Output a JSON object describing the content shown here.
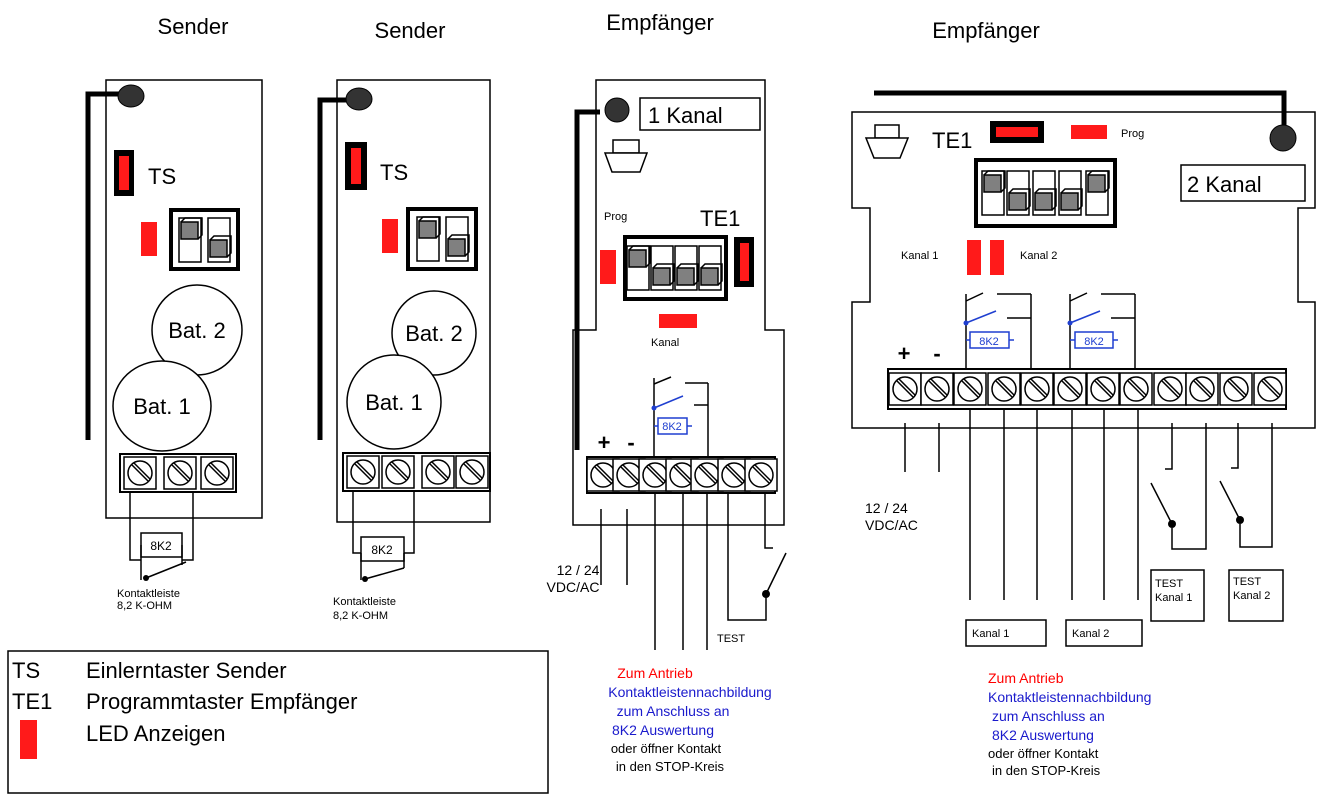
{
  "titles": {
    "sender1": "Sender",
    "sender2": "Sender",
    "receiver1": "Empfänger",
    "receiver2": "Empfänger"
  },
  "sender": {
    "ts_label": "TS",
    "bat1": "Bat. 1",
    "bat2": "Bat. 2",
    "resistor": "8K2",
    "caption_line1": "Kontaktleiste",
    "caption_line2": "8,2 K-OHM"
  },
  "receiver1": {
    "channel_box": "1 Kanal",
    "prog": "Prog",
    "te1": "TE1",
    "kanal": "Kanal",
    "plus": "+",
    "minus": "-",
    "resistor": "8K2",
    "voltage_line1": "12 / 24",
    "voltage_line2": "VDC/AC",
    "test": "TEST",
    "notes": {
      "drive": "Zum Antrieb",
      "emul1": "Kontaktleistennachbildung",
      "emul2": "zum Anschluss an",
      "emul3": "8K2 Auswertung",
      "nc1": "oder öffner Kontakt",
      "nc2": "in den STOP-Kreis"
    }
  },
  "receiver2": {
    "te1": "TE1",
    "prog": "Prog",
    "channel_box": "2 Kanal",
    "kanal1": "Kanal 1",
    "kanal2": "Kanal  2",
    "plus": "+",
    "minus": "-",
    "resistor": "8K2",
    "voltage_line1": "12 / 24",
    "voltage_line2": "VDC/AC",
    "out1": "Kanal 1",
    "out2": "Kanal  2",
    "test1_line1": "TEST",
    "test1_line2": "Kanal 1",
    "test2_line1": "TEST",
    "test2_line2": "Kanal 2",
    "notes": {
      "drive": "Zum Antrieb",
      "emul1": "Kontaktleistennachbildung",
      "emul2": "zum Anschluss an",
      "emul3": "8K2 Auswertung",
      "nc1": "oder öffner Kontakt",
      "nc2": "in den STOP-Kreis"
    }
  },
  "legend": {
    "ts_abbr": "TS",
    "ts_text": "Einlerntaster Sender",
    "te1_abbr": "TE1",
    "te1_text": "Programmtaster Empfänger",
    "led_text": "LED Anzeigen"
  },
  "colors": {
    "led": "#ff1a1a",
    "note_red": "#ff0000",
    "note_blue": "#1a1acc",
    "resistor_blue": "#1f3fd0",
    "switch_grey": "#808080"
  }
}
